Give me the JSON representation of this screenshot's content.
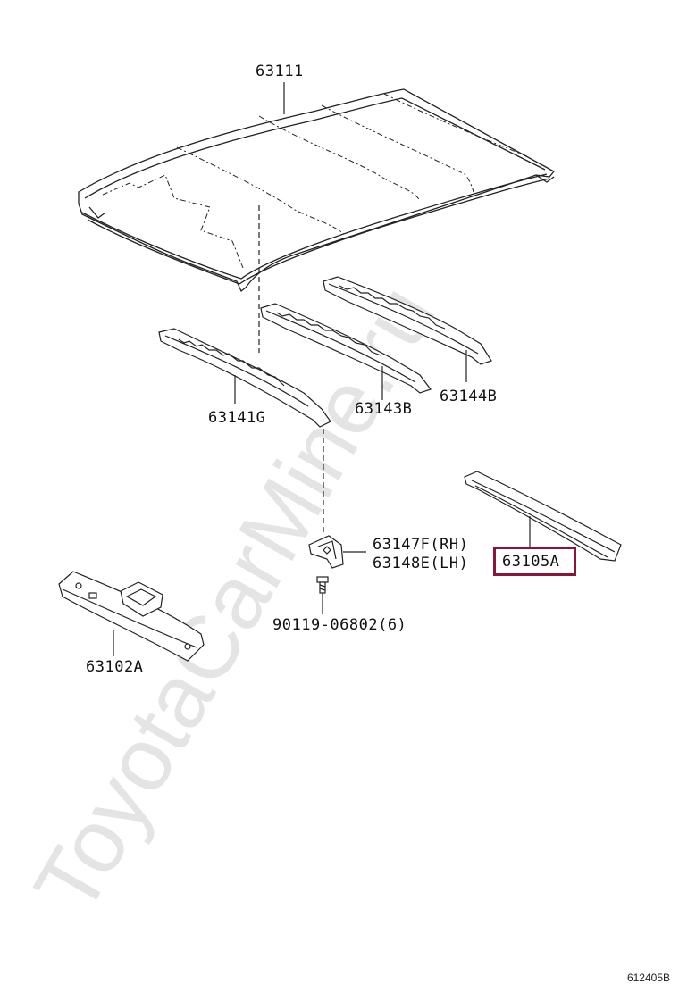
{
  "parts": {
    "roof_panel": "63111",
    "bow_front": "63141G",
    "bow_middle": "63143B",
    "bow_rear": "63144B",
    "bracket_rh": "63147F(RH)",
    "bracket_lh": "63148E(LH)",
    "rear_rail": "63105A",
    "bolt": "90119-06802(6)",
    "front_rail": "63102A"
  },
  "highlighted_part": "63105A",
  "highlight_color": "#8b1538",
  "watermark": "ToyotaCarMine.ru",
  "diagram_id": "612405B"
}
